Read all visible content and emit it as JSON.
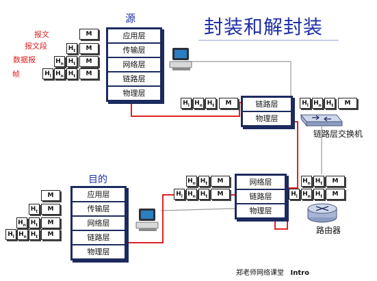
{
  "title": "封装和解封装",
  "source_label": "源",
  "dest_label": "目的",
  "layers5": [
    "应用层",
    "传输层",
    "网络层",
    "链路层",
    "物理层"
  ],
  "switch_layers": [
    "链路层",
    "物理层"
  ],
  "router_layers": [
    "网络层",
    "链路层",
    "物理层"
  ],
  "switch_caption": "链路层交换机",
  "router_caption": "路由器",
  "pdu_labels": [
    "报文",
    "报文段",
    "数据报",
    "帧"
  ],
  "cells": {
    "M": "M",
    "Ht": "H",
    "Hn": "H",
    "Hl": "H",
    "t": "t",
    "n": "n",
    "l": "l"
  },
  "footer": {
    "text": "郑老师网络课堂",
    "intro": "Intro"
  },
  "colors": {
    "path": "#e02020",
    "stack_border": "#1c2a5e",
    "title": "#1f2fa8"
  }
}
